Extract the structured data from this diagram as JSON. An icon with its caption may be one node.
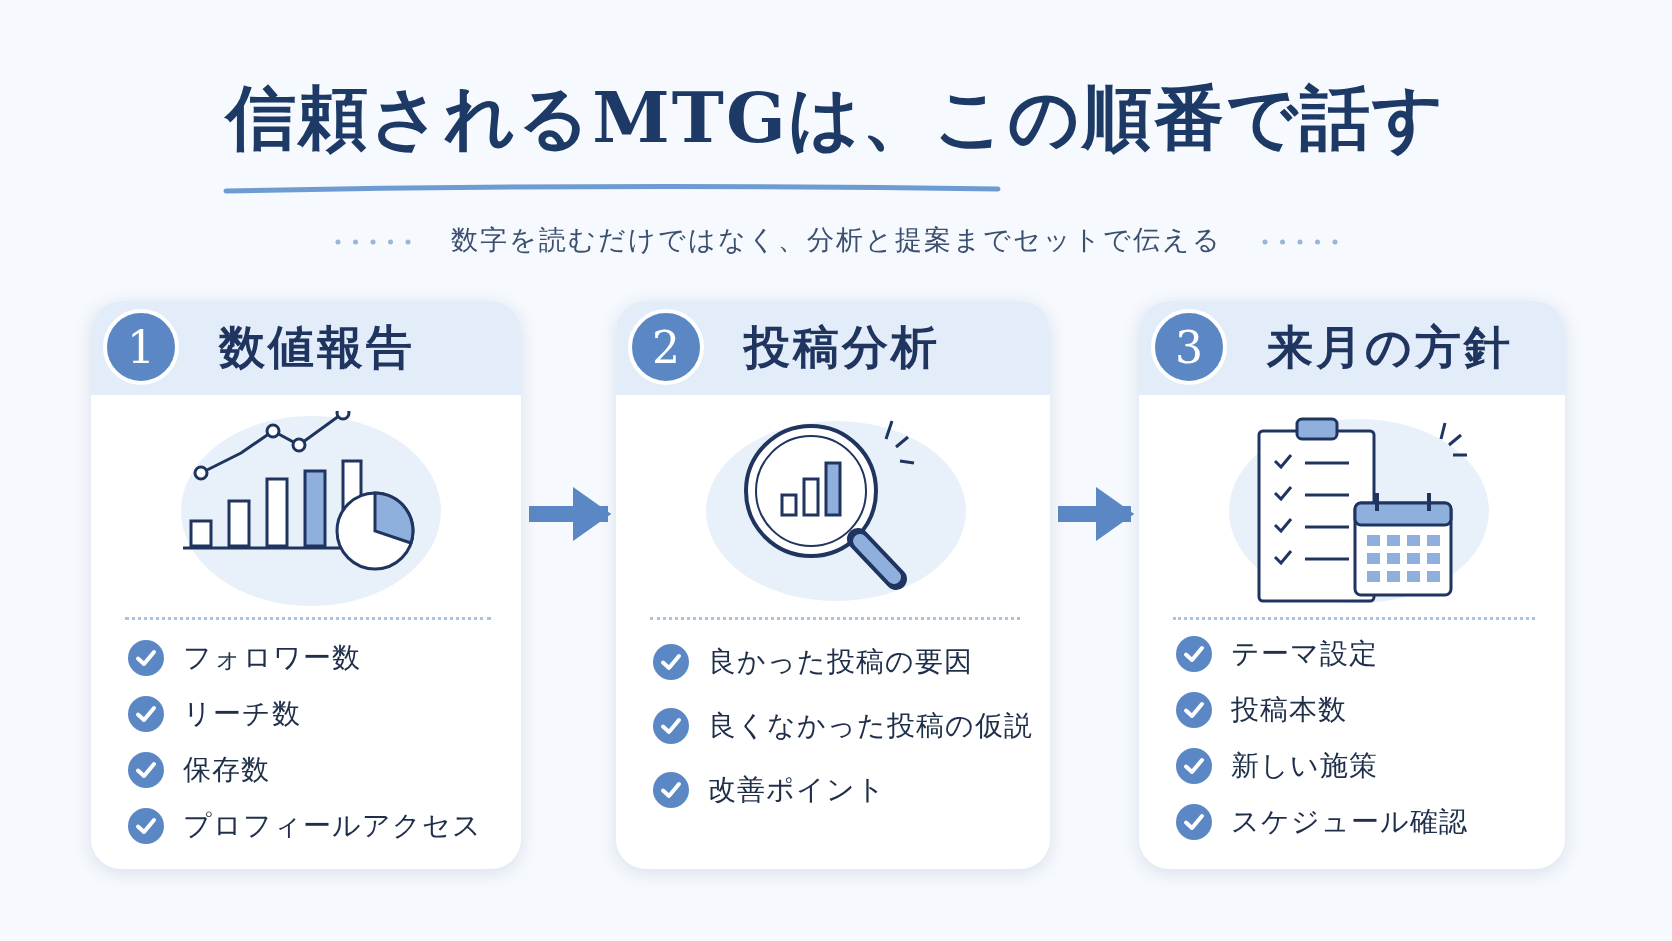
{
  "diagram": {
    "title": "信頼されるMTGは、この順番で話す",
    "nodes": [
      {
        "text": [
          "数値報告",
          "フォロワー数",
          "リーチ数",
          "保存数",
          "プロフィールアクセス"
        ]
      },
      {
        "text": [
          "1"
        ],
        "in": 0
      },
      {
        "text": [
          "投稿分析",
          "良かった投稿の要因",
          "良くなかった投稿の仮説",
          "改善ポイント"
        ]
      },
      {
        "text": [
          "2"
        ],
        "in": 2
      },
      {
        "text": [
          "来月の方針",
          "テーマ設定",
          "投稿本数",
          "新しい施策",
          "スケジュール確認"
        ]
      },
      {
        "text": [
          "3"
        ],
        "in": 4
      }
    ],
    "edges": [
      {
        "from": 0,
        "to": 2,
        "arrow": "to"
      },
      {
        "from": 2,
        "to": 4,
        "arrow": "to"
      }
    ],
    "labels": [
      "数字を読むだけではなく、分析と提案までセットで伝える"
    ]
  }
}
